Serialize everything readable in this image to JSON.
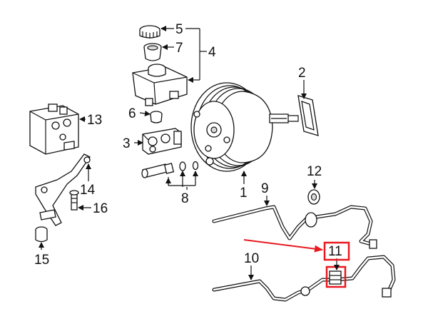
{
  "colors": {
    "ink": "#111111",
    "highlight": "#e8191f",
    "background": "#ffffff"
  },
  "callouts": {
    "c1": "1",
    "c2": "2",
    "c3": "3",
    "c4": "4",
    "c5": "5",
    "c6": "6",
    "c7": "7",
    "c8": "8",
    "c9": "9",
    "c10": "10",
    "c11": "11",
    "c12": "12",
    "c13": "13",
    "c14": "14",
    "c15": "15",
    "c16": "16"
  },
  "highlighted_part": "11"
}
